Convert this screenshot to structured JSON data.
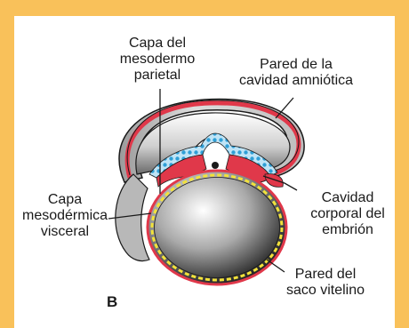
{
  "panel_letter": "B",
  "labels": {
    "parietal_line1": "Capa del",
    "parietal_line2": "mesodermo",
    "parietal_line3": "parietal",
    "amnion_line1": "Pared de la",
    "amnion_line2": "cavidad amniótica",
    "visceral_line1": "Capa",
    "visceral_line2": "mesodérmica",
    "visceral_line3": "visceral",
    "body_cavity_line1": "Cavidad",
    "body_cavity_line2": "corporal del",
    "body_cavity_line3": "embrión",
    "yolk_line1": "Pared del",
    "yolk_line2": "saco vitelino"
  },
  "colors": {
    "border": "#f9c15a",
    "mesoderm_red": "#e0384a",
    "ectoderm_blue": "#2f9fd6",
    "endoderm_yellow": "#f2e23a",
    "outline": "#1a1a1a"
  }
}
